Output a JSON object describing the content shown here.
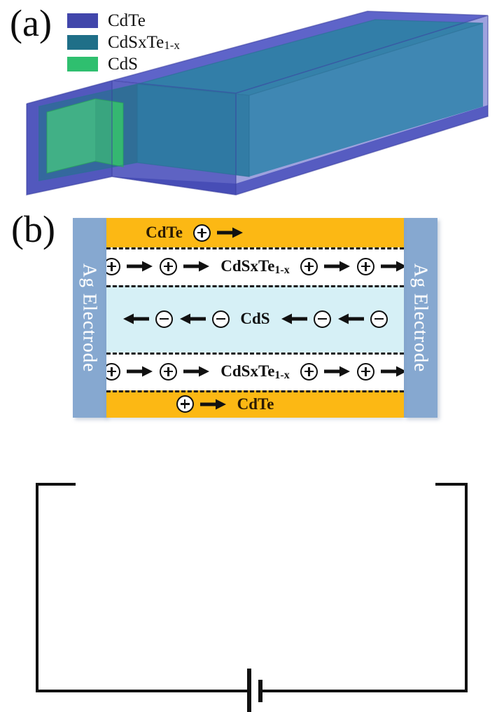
{
  "figure": {
    "panel_a": {
      "label": "(a)",
      "legend": [
        {
          "text": "CdTe",
          "sub": "",
          "color": "#4146ab",
          "icon": "legend-swatch-cdte"
        },
        {
          "text": "CdSxTe",
          "sub": "1-x",
          "color": "#1f6f88",
          "icon": "legend-swatch-cdste"
        },
        {
          "text": "CdS",
          "sub": "",
          "color": "#2fbf6f",
          "icon": "legend-swatch-cds"
        }
      ],
      "structure": {
        "outer_layer": "CdTe",
        "middle_layer": "CdSxTe1-x",
        "core_layer": "CdS",
        "outer_color": "#4146ab",
        "middle_color": "#2a7fa8",
        "core_color": "#35c46e"
      }
    },
    "panel_b": {
      "label": "(b)",
      "electrode_left_text": "Ag Electrode",
      "electrode_right_text": "Ag Electrode",
      "electrode_color": "#86a8d0",
      "bands": [
        {
          "id": "band-top",
          "material": "CdTe",
          "sub": "",
          "fill": "#fcb814",
          "carriers": "holes",
          "items": [
            "label",
            "plus",
            "arrow-right"
          ]
        },
        {
          "id": "band-mix1",
          "material": "CdSxTe",
          "sub": "1-x",
          "fill": "#ffffff",
          "carriers": "holes",
          "items": [
            "plus",
            "arrow-right",
            "plus",
            "arrow-right",
            "label",
            "plus",
            "arrow-right",
            "plus",
            "arrow-right"
          ]
        },
        {
          "id": "band-cds",
          "material": "CdS",
          "sub": "",
          "fill": "#d6f0f6",
          "carriers": "electrons",
          "items": [
            "arrow-left",
            "minus",
            "arrow-left",
            "minus",
            "label",
            "arrow-left",
            "minus",
            "arrow-left",
            "minus"
          ]
        },
        {
          "id": "band-mix2",
          "material": "CdSxTe",
          "sub": "1-x",
          "fill": "#ffffff",
          "carriers": "holes",
          "items": [
            "plus",
            "arrow-right",
            "plus",
            "arrow-right",
            "label",
            "plus",
            "arrow-right",
            "plus",
            "arrow-right"
          ]
        },
        {
          "id": "band-bottom",
          "material": "CdTe",
          "sub": "",
          "fill": "#fcb814",
          "carriers": "holes",
          "items": [
            "plus",
            "arrow-right",
            "label"
          ]
        }
      ],
      "circuit": {
        "battery_symbol": "dc-voltage-source",
        "wire_color": "#111111"
      }
    }
  }
}
